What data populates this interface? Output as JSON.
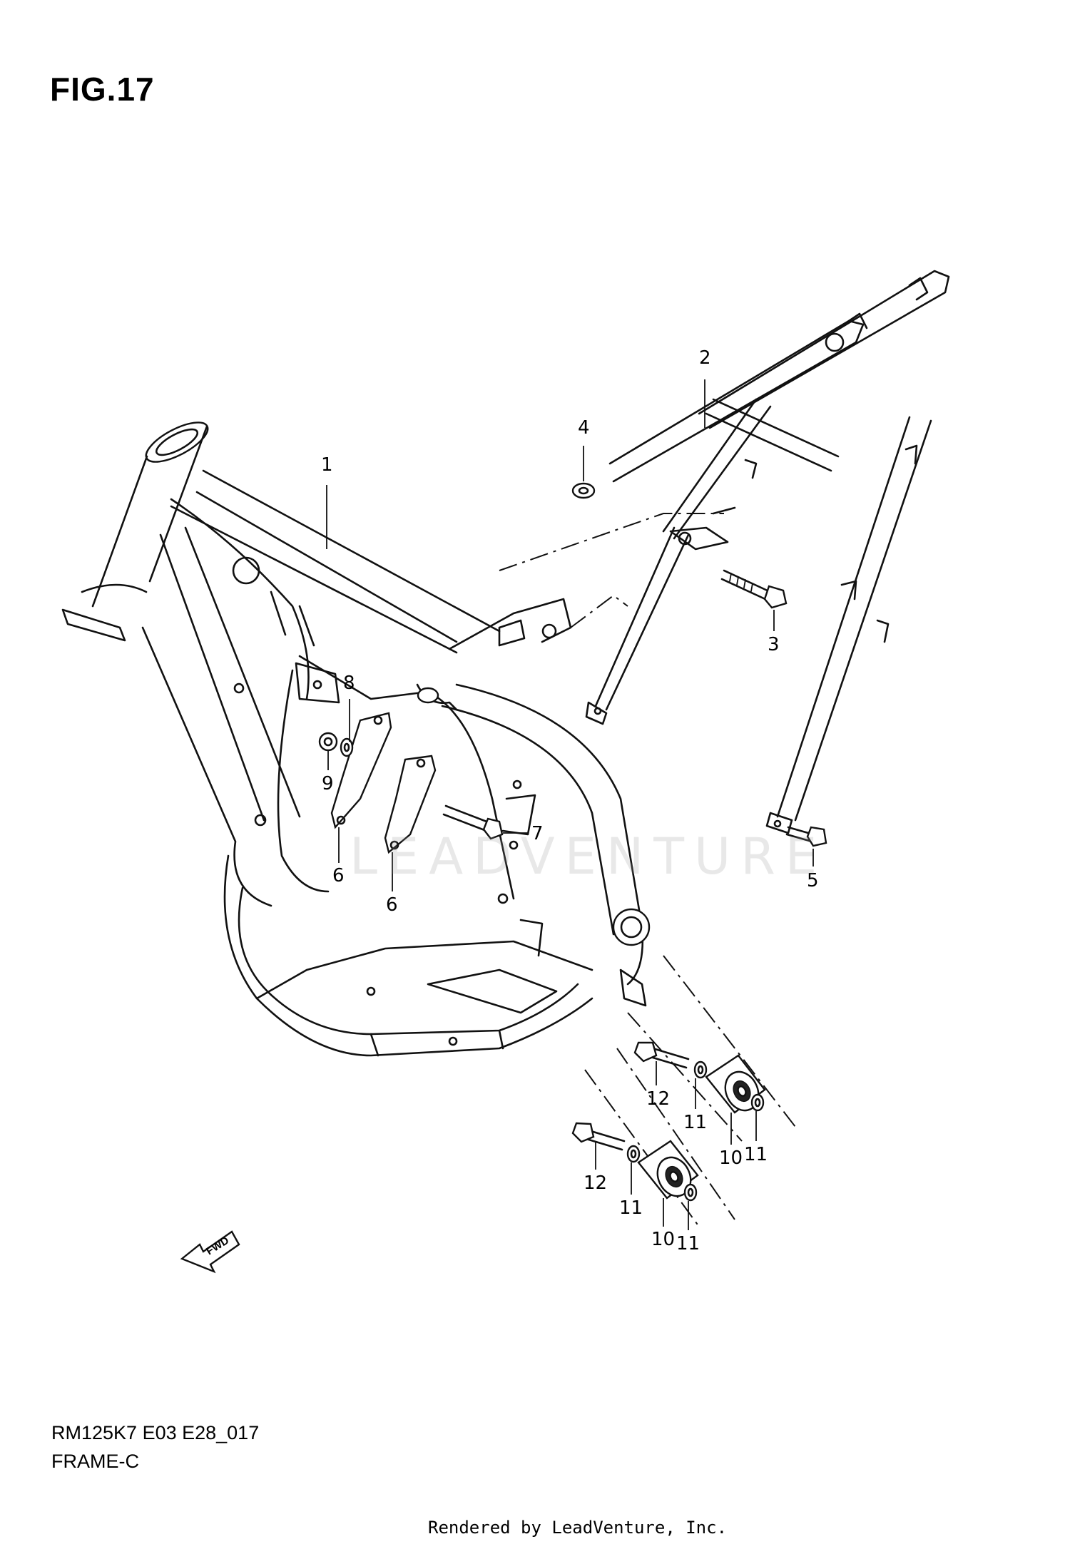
{
  "figure": {
    "title": "FIG.17",
    "model_code": "RM125K7 E03 E28_017",
    "section": "FRAME-C",
    "credit": "Rendered by LeadVenture, Inc.",
    "watermark": "LEADVENTURE",
    "direction_label": "FWD"
  },
  "callouts": [
    {
      "id": "1",
      "label": "1"
    },
    {
      "id": "2",
      "label": "2"
    },
    {
      "id": "3",
      "label": "3"
    },
    {
      "id": "4",
      "label": "4"
    },
    {
      "id": "5",
      "label": "5"
    },
    {
      "id": "6a",
      "label": "6"
    },
    {
      "id": "6b",
      "label": "6"
    },
    {
      "id": "7",
      "label": "7"
    },
    {
      "id": "8",
      "label": "8"
    },
    {
      "id": "9",
      "label": "9"
    },
    {
      "id": "10a",
      "label": "10"
    },
    {
      "id": "10b",
      "label": "10"
    },
    {
      "id": "11a",
      "label": "11"
    },
    {
      "id": "11b",
      "label": "11"
    },
    {
      "id": "11c",
      "label": "11"
    },
    {
      "id": "11d",
      "label": "11"
    },
    {
      "id": "12a",
      "label": "12"
    },
    {
      "id": "12b",
      "label": "12"
    }
  ],
  "icons": [
    "fwd-arrow-icon"
  ]
}
